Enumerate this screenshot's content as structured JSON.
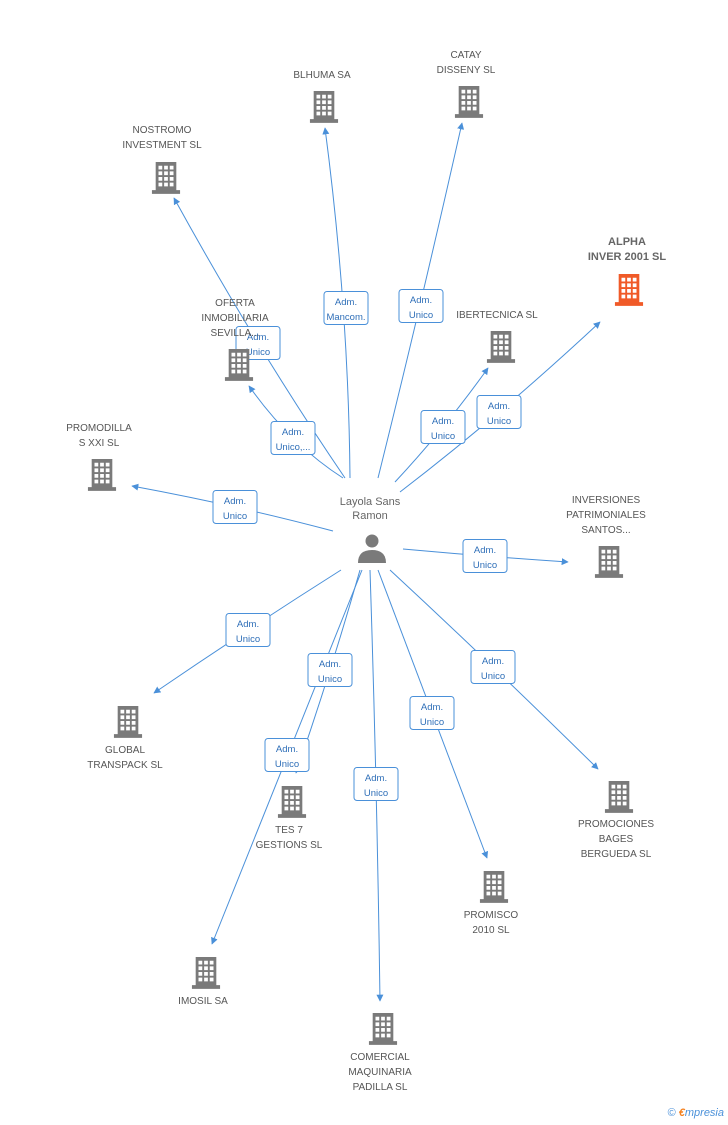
{
  "center": {
    "name_line1": "Layola Sans",
    "name_line2": "Ramon",
    "icon": "person-icon"
  },
  "colors": {
    "edge": "#4a90d9",
    "building": "#7a7a7a",
    "highlight": "#f05a28"
  },
  "companies": [
    {
      "id": "blhuma",
      "lines": [
        "BLHUMA SA"
      ],
      "role": [
        "Adm.",
        "Mancom."
      ],
      "highlight": false
    },
    {
      "id": "catay",
      "lines": [
        "CATAY",
        "DISSENY SL"
      ],
      "role": [
        "Adm.",
        "Unico"
      ],
      "highlight": false
    },
    {
      "id": "nostromo",
      "lines": [
        "NOSTROMO",
        "INVESTMENT SL"
      ],
      "role": [
        "Adm.",
        "Unico"
      ],
      "highlight": false
    },
    {
      "id": "alpha",
      "lines": [
        "ALPHA",
        "INVER 2001 SL"
      ],
      "role": [
        "Adm.",
        "Unico"
      ],
      "highlight": true
    },
    {
      "id": "oferta",
      "lines": [
        "OFERTA",
        "INMOBILIARIA",
        "SEVILLA..."
      ],
      "role": [
        "Adm.",
        "Unico,..."
      ],
      "highlight": false
    },
    {
      "id": "ibertecnica",
      "lines": [
        "IBERTECNICA SL"
      ],
      "role": [
        "Adm.",
        "Unico"
      ],
      "highlight": false
    },
    {
      "id": "promodilla",
      "lines": [
        "PROMODILLA",
        "S XXI SL"
      ],
      "role": [
        "Adm.",
        "Unico"
      ],
      "highlight": false
    },
    {
      "id": "inversiones",
      "lines": [
        "INVERSIONES",
        "PATRIMONIALES",
        "SANTOS..."
      ],
      "role": [
        "Adm.",
        "Unico"
      ],
      "highlight": false
    },
    {
      "id": "global",
      "lines": [
        "GLOBAL",
        "TRANSPACK SL"
      ],
      "role": [
        "Adm.",
        "Unico"
      ],
      "highlight": false
    },
    {
      "id": "tes7",
      "lines": [
        "TES 7",
        "GESTIONS SL"
      ],
      "role": [
        "Adm.",
        "Unico"
      ],
      "highlight": false
    },
    {
      "id": "promociones",
      "lines": [
        "PROMOCIONES",
        "BAGES",
        "BERGUEDA SL"
      ],
      "role": [
        "Adm.",
        "Unico"
      ],
      "highlight": false
    },
    {
      "id": "promisco",
      "lines": [
        "PROMISCO",
        "2010 SL"
      ],
      "role": [
        "Adm.",
        "Unico"
      ],
      "highlight": false
    },
    {
      "id": "imosil",
      "lines": [
        "IMOSIL SA"
      ],
      "role": [
        "Adm.",
        "Unico"
      ],
      "highlight": false
    },
    {
      "id": "comercial",
      "lines": [
        "COMERCIAL",
        "MAQUINARIA",
        "PADILLA SL"
      ],
      "role": [
        "Adm.",
        "Unico"
      ],
      "highlight": false
    }
  ],
  "footer": {
    "copyright": "©",
    "brand_first": "€",
    "brand_rest": "mpresia"
  }
}
